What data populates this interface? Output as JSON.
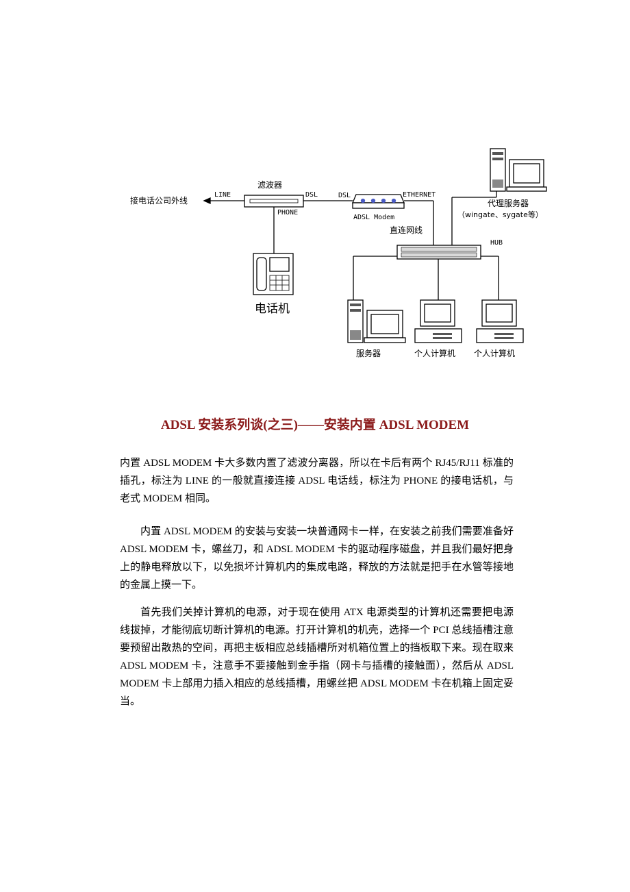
{
  "diagram": {
    "external_line": "接电话公司外线",
    "line_label": "LINE",
    "filter_label": "滤波器",
    "dsl_out_label": "DSL",
    "phone_port_label": "PHONE",
    "telephone_label": "电话机",
    "dsl_in_label": "DSL",
    "modem_label": "ADSL Modem",
    "ethernet_label": "ETHERNET",
    "direct_cable_label": "直连网线",
    "hub_label": "HUB",
    "proxy_label": "代理服务器",
    "proxy_note": "（wingate、sygate等）",
    "server_label": "服务器",
    "pc1_label": "个人计算机",
    "pc2_label": "个人计算机"
  },
  "article": {
    "title": "ADSL 安装系列谈(之三)——安装内置 ADSL MODEM",
    "paragraphs": [
      "内置 ADSL MODEM 卡大多数内置了滤波分离器，所以在卡后有两个 RJ45/RJ11 标准的插孔，标注为 LINE 的一般就直接连接 ADSL 电话线，标注为 PHONE 的接电话机，与老式 MODEM 相同。",
      "内置 ADSL MODEM 的安装与安装一块普通网卡一样，在安装之前我们需要准备好 ADSL MODEM 卡，螺丝刀，和 ADSL MODEM 卡的驱动程序磁盘，并且我们最好把身上的静电释放以下，以免损坏计算机内的集成电路，释放的方法就是把手在水管等接地的金属上摸一下。",
      "首先我们关掉计算机的电源，对于现在使用 ATX 电源类型的计算机还需要把电源线拔掉，才能彻底切断计算机的电源。打开计算机的机壳，选择一个 PCI 总线插槽注意要预留出散热的空间，再把主板相应总线插槽所对机箱位置上的挡板取下来。现在取来 ADSL MODEM 卡，注意手不要接触到金手指（网卡与插槽的接触面），然后从 ADSL MODEM 卡上部用力插入相应的总线插槽，用螺丝把 ADSL MODEM 卡在机箱上固定妥当。"
    ]
  }
}
